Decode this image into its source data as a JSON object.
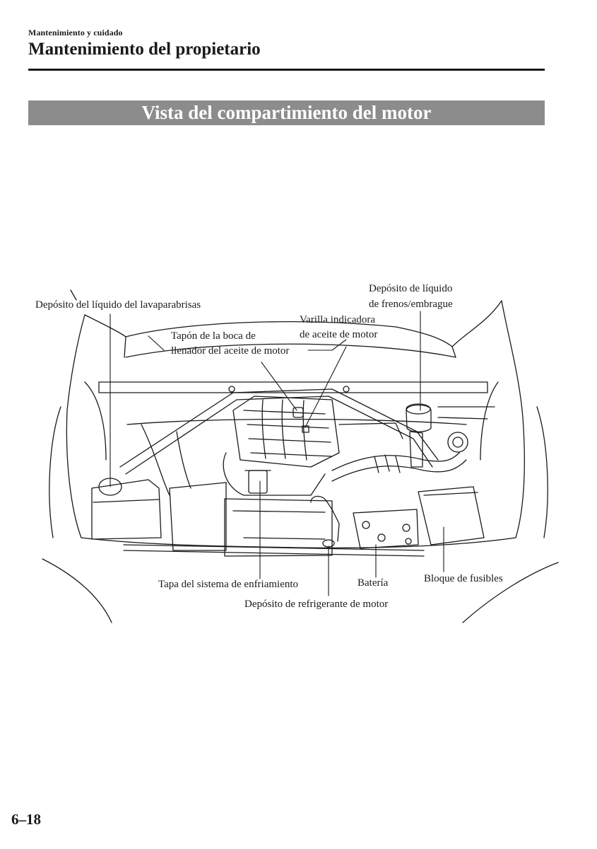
{
  "header": {
    "breadcrumb": "Mantenimiento y cuidado",
    "title": "Mantenimiento del propietario"
  },
  "section": {
    "title": "Vista del compartimiento del motor"
  },
  "callouts": {
    "washer_reservoir": "Depósito del líquido del lavaparabrisas",
    "brake_reservoir_line1": "Depósito de líquido",
    "brake_reservoir_line2": "de frenos/embrague",
    "dipstick_line1": "Varilla indicadora",
    "dipstick_line2": "de aceite de motor",
    "oil_cap_line1": "Tapón de la boca de",
    "oil_cap_line2": "llenador del aceite de motor",
    "cooling_cap": "Tapa del sistema de enfriamiento",
    "battery": "Batería",
    "fuse_block": "Bloque de fusibles",
    "coolant_reservoir": "Depósito de refrigerante de motor"
  },
  "footer": {
    "page_section": "6",
    "page_num": "18",
    "separator": "–"
  }
}
